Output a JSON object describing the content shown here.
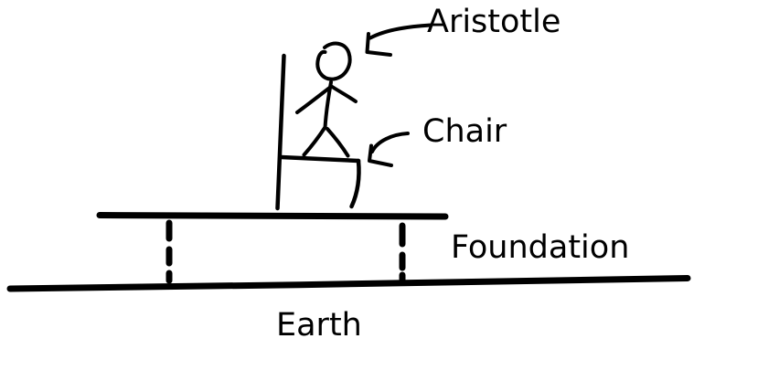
{
  "colors": {
    "ink": "#000000",
    "background": "#ffffff"
  },
  "labels": {
    "aristotle": "Aristotle",
    "chair": "Chair",
    "foundation": "Foundation",
    "earth": "Earth"
  },
  "annotations": [
    {
      "label": "Aristotle",
      "target": "stick-figure-head",
      "arrow": "curved-arrow-down-left"
    },
    {
      "label": "Chair",
      "target": "chair-seat",
      "arrow": "curved-arrow-down-left"
    },
    {
      "label": "Foundation",
      "target": "platform-line",
      "arrow": "none"
    },
    {
      "label": "Earth",
      "target": "ground-line",
      "arrow": "none"
    }
  ],
  "shapes": {
    "figure": "seated-stick-figure",
    "chair": "side-view-chair",
    "platform": "horizontal-platform-with-dashed-supports",
    "ground": "slanted-ground-line"
  }
}
